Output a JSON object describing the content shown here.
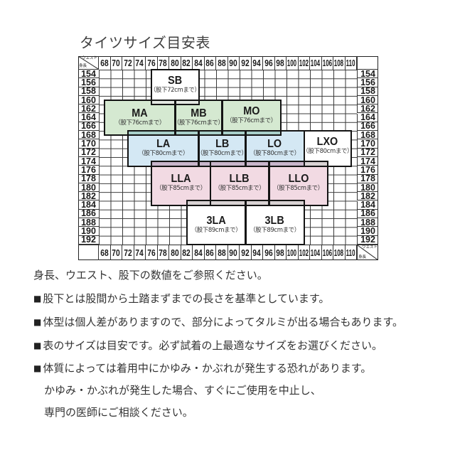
{
  "title": "タイツサイズ目安表",
  "chart_data": {
    "type": "table",
    "title": "タイツサイズ目安表",
    "xlabel": "ウエスト",
    "ylabel": "身長",
    "x_ticks": [
      68,
      70,
      72,
      74,
      76,
      78,
      80,
      82,
      84,
      86,
      88,
      90,
      92,
      94,
      96,
      98,
      100,
      102,
      104,
      106,
      108,
      110
    ],
    "y_ticks": [
      154,
      156,
      158,
      160,
      162,
      164,
      166,
      168,
      170,
      172,
      174,
      176,
      178,
      180,
      182,
      184,
      186,
      188,
      190,
      192
    ],
    "grid": true,
    "regions": [
      {
        "size": "SB",
        "inseam": "（股下72cmまで）",
        "waist_range": [
          76,
          84
        ],
        "height_range": [
          153,
          161
        ],
        "tone": "white"
      },
      {
        "size": "MA",
        "inseam": "（股下76cmまで）",
        "waist_range": [
          68,
          80
        ],
        "height_range": [
          160,
          168
        ],
        "tone": "green"
      },
      {
        "size": "MB",
        "inseam": "（股下76cmまで）",
        "waist_range": [
          80,
          88
        ],
        "height_range": [
          160,
          168
        ],
        "tone": "green"
      },
      {
        "size": "MO",
        "inseam": "（股下76cmまで）",
        "waist_range": [
          88,
          98
        ],
        "height_range": [
          160,
          168
        ],
        "tone": "green"
      },
      {
        "size": "LA",
        "inseam": "（股下80cmまで）",
        "waist_range": [
          72,
          84
        ],
        "height_range": [
          167,
          175
        ],
        "tone": "blue"
      },
      {
        "size": "LB",
        "inseam": "（股下80cmまで）",
        "waist_range": [
          84,
          92
        ],
        "height_range": [
          167,
          175
        ],
        "tone": "blue"
      },
      {
        "size": "LO",
        "inseam": "（股下80cmまで）",
        "waist_range": [
          92,
          102
        ],
        "height_range": [
          167,
          175
        ],
        "tone": "blue"
      },
      {
        "size": "LXO",
        "inseam": "（股下80cmまで）",
        "waist_range": [
          102,
          110
        ],
        "height_range": [
          167,
          175
        ],
        "tone": "white"
      },
      {
        "size": "LLA",
        "inseam": "（股下85cmまで）",
        "waist_range": [
          76,
          86
        ],
        "height_range": [
          174,
          184
        ],
        "tone": "pink"
      },
      {
        "size": "LLB",
        "inseam": "（股下85cmまで）",
        "waist_range": [
          86,
          96
        ],
        "height_range": [
          174,
          184
        ],
        "tone": "pink"
      },
      {
        "size": "LLO",
        "inseam": "（股下85cmまで）",
        "waist_range": [
          96,
          106
        ],
        "height_range": [
          174,
          184
        ],
        "tone": "pink"
      },
      {
        "size": "3LA",
        "inseam": "（股下89cmまで）",
        "waist_range": [
          82,
          92
        ],
        "height_range": [
          183,
          193
        ],
        "tone": "white"
      },
      {
        "size": "3LB",
        "inseam": "（股下89cmまで）",
        "waist_range": [
          92,
          102
        ],
        "height_range": [
          183,
          193
        ],
        "tone": "white"
      }
    ],
    "palette": {
      "white": "#ffffff",
      "green": "#d5e9d1",
      "blue": "#d4e8f4",
      "pink": "#f2dae3"
    },
    "overlap_palette": {
      "green|white": "#e3e6e1",
      "blue|green": "#a8cfc9",
      "blue|pink": "#c8b5ca",
      "pink|white": "#d8d2d3"
    }
  },
  "notes": {
    "bullet_glyph": "■",
    "intro": "身長、ウエスト、股下の数値をご参照ください。",
    "bullets": [
      "股下とは股間から土踏まずまでの長さを基準としています。",
      "体型は個人差がありますので、部分によってタルミが出る場合もあります。",
      "表のサイズは目安です。必ず試着の上最適なサイズをお選びください。",
      "体質によっては着用中にかゆみ・かぶれが発生する恐れがあります。"
    ],
    "continuation": [
      "かゆみ・かぶれが発生した場合、すぐにご使用を中止し、",
      "専門の医師にご相談ください。"
    ]
  }
}
